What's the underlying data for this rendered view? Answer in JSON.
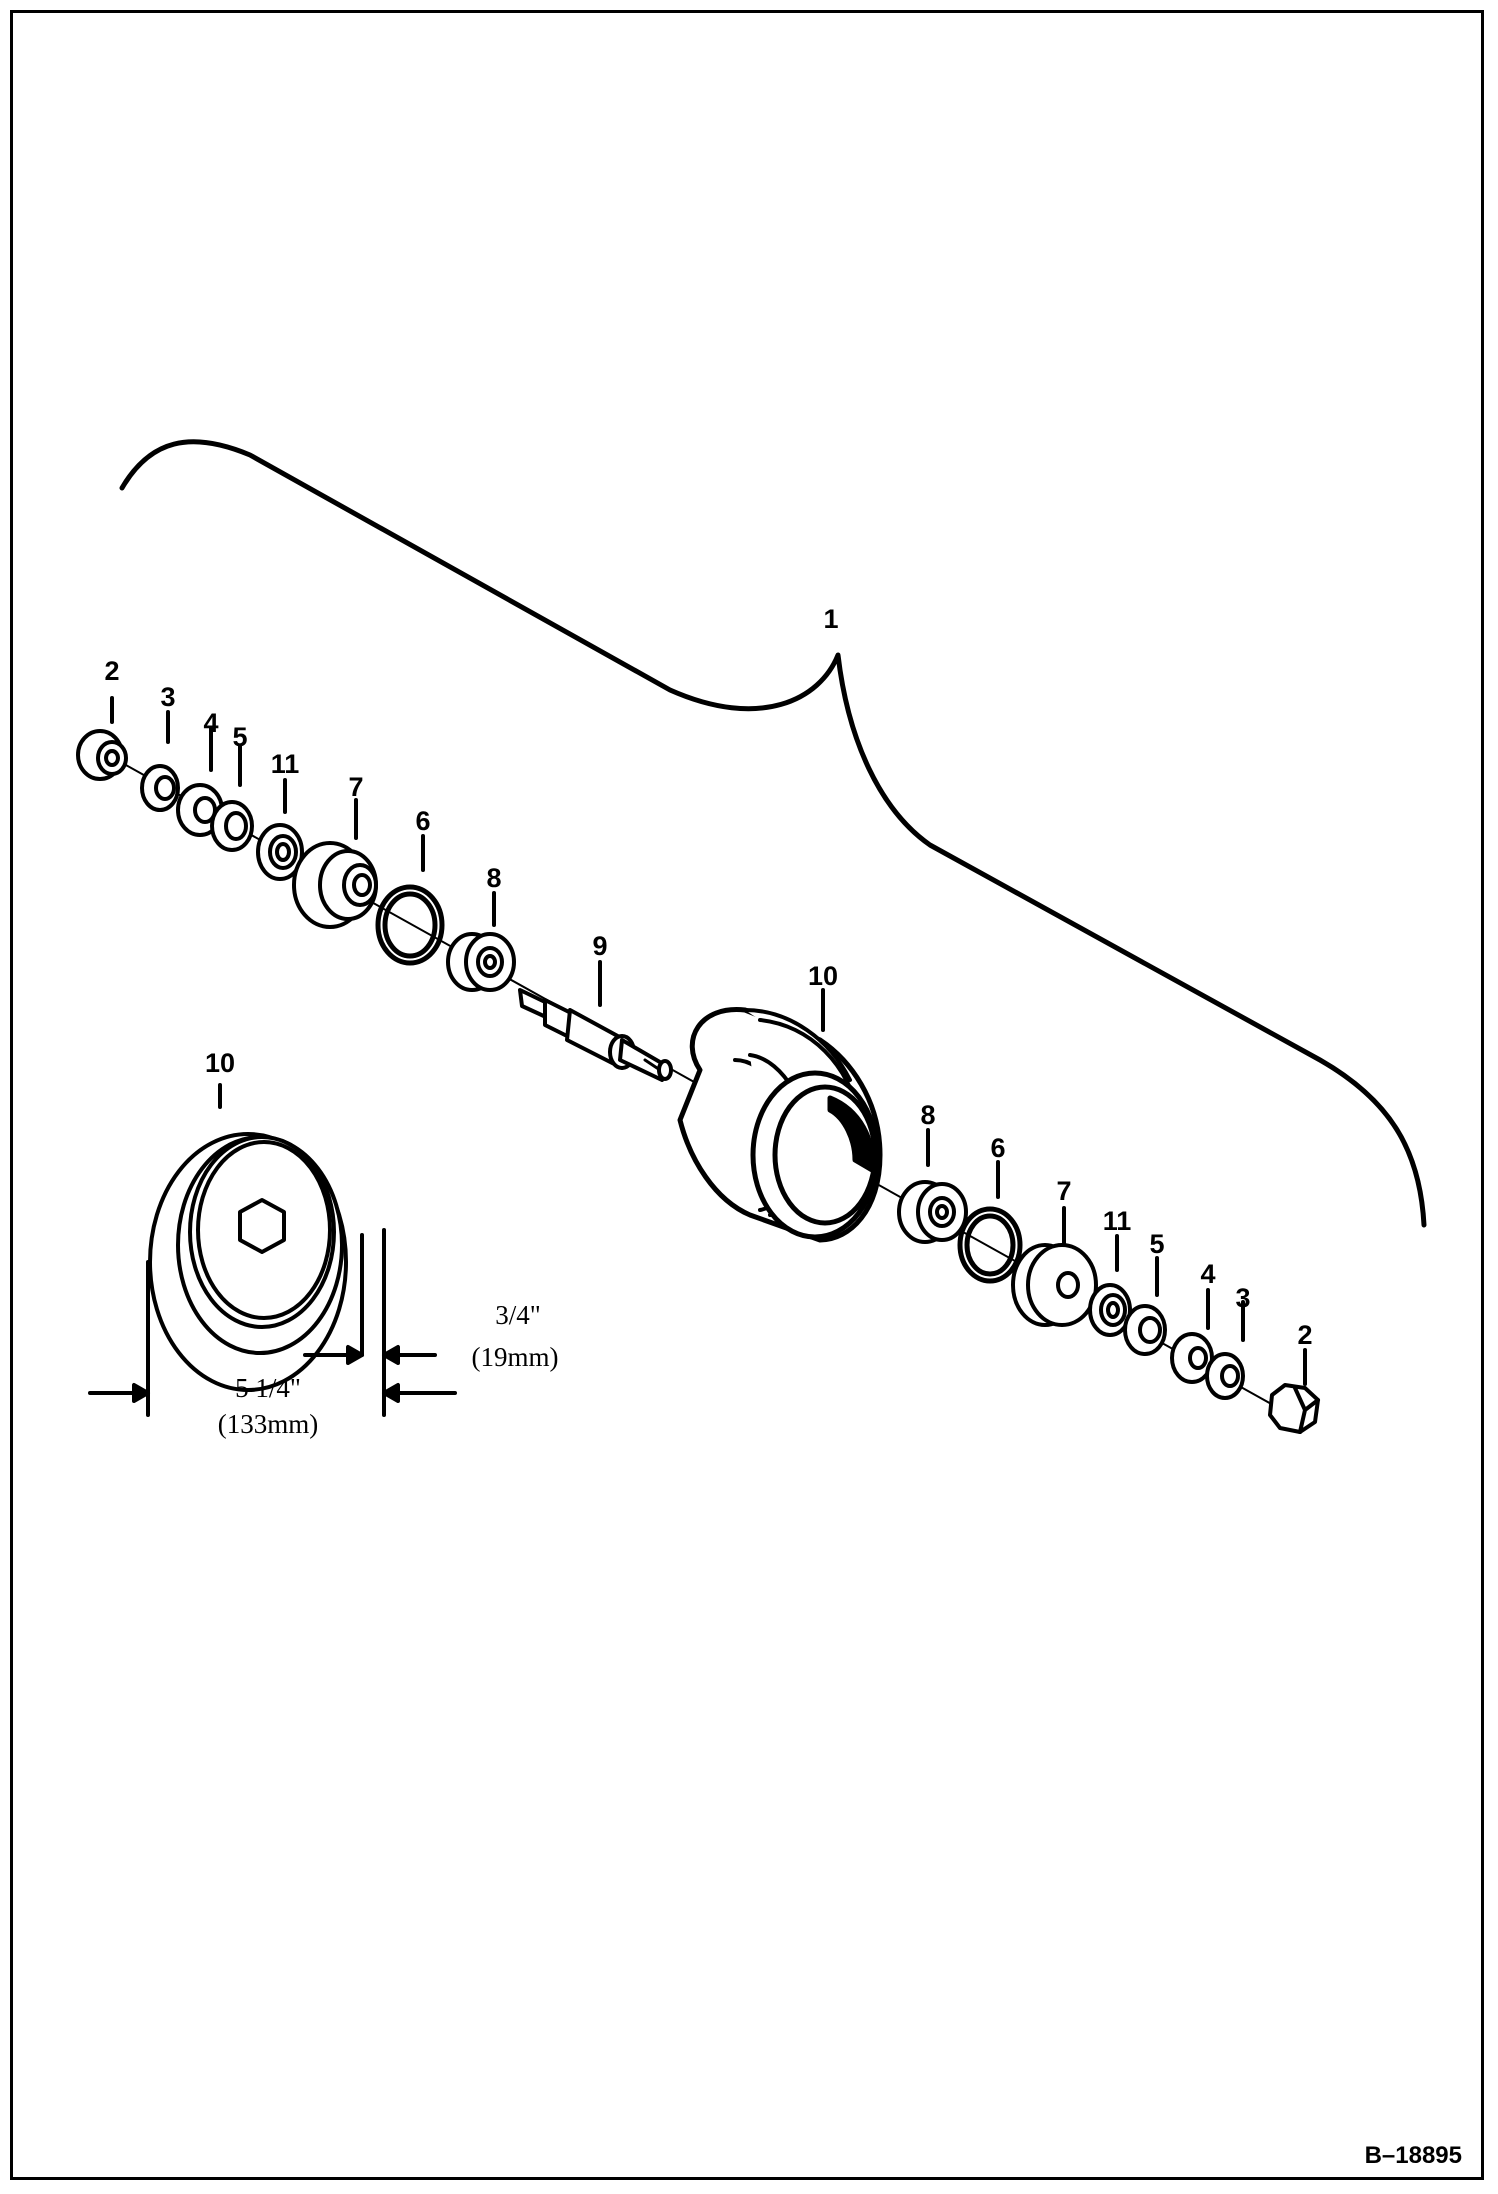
{
  "callouts": {
    "assembly": "1",
    "left": {
      "nut": "2",
      "washer_a": "3",
      "washer_b": "4",
      "washer_c": "5",
      "seal": "11",
      "collar": "7",
      "snap_ring": "6",
      "bearing": "8",
      "shaft": "9"
    },
    "roller": "10",
    "right": {
      "bearing": "8",
      "snap_ring": "6",
      "collar": "7",
      "seal": "11",
      "washer_c": "5",
      "washer_b": "4",
      "washer_a": "3",
      "nut": "2"
    },
    "detail_roller": "10"
  },
  "dimensions": {
    "flange_width": "3/4\"",
    "flange_width_metric": "(19mm)",
    "diameter": "5 1/4\"",
    "diameter_metric": "(133mm)"
  },
  "figure_id": "B–18895"
}
